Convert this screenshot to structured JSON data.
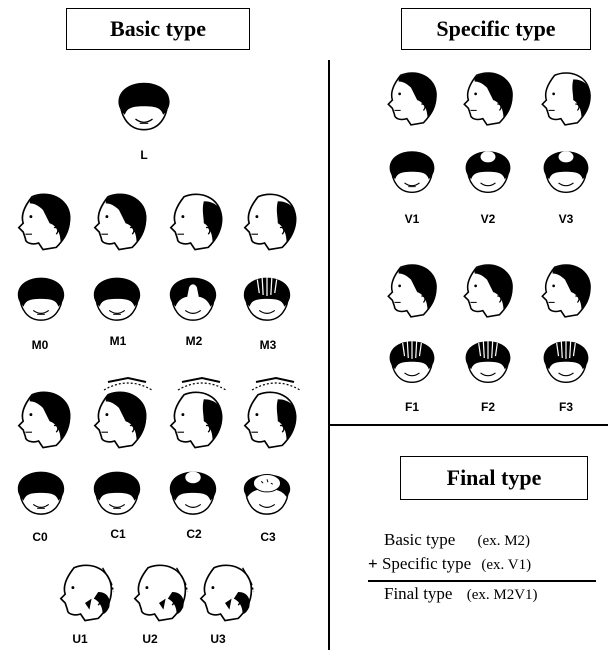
{
  "titles": {
    "basic": "Basic type",
    "specific": "Specific type",
    "final": "Final type"
  },
  "labels": {
    "L": "L",
    "M": [
      "M0",
      "M1",
      "M2",
      "M3"
    ],
    "C": [
      "C0",
      "C1",
      "C2",
      "C3"
    ],
    "U": [
      "U1",
      "U2",
      "U3"
    ],
    "V": [
      "V1",
      "V2",
      "V3"
    ],
    "F": [
      "F1",
      "F2",
      "F3"
    ]
  },
  "formula": {
    "line1_text": "Basic type",
    "line1_ex": "(ex. M2)",
    "plus": "+",
    "line2_text": "Specific type",
    "line2_ex": "(ex. V1)",
    "line3_text": "Final type",
    "line3_ex": "(ex. M2V1)"
  },
  "icons": {
    "side_head": "side-head-icon",
    "top_head": "top-head-icon"
  }
}
